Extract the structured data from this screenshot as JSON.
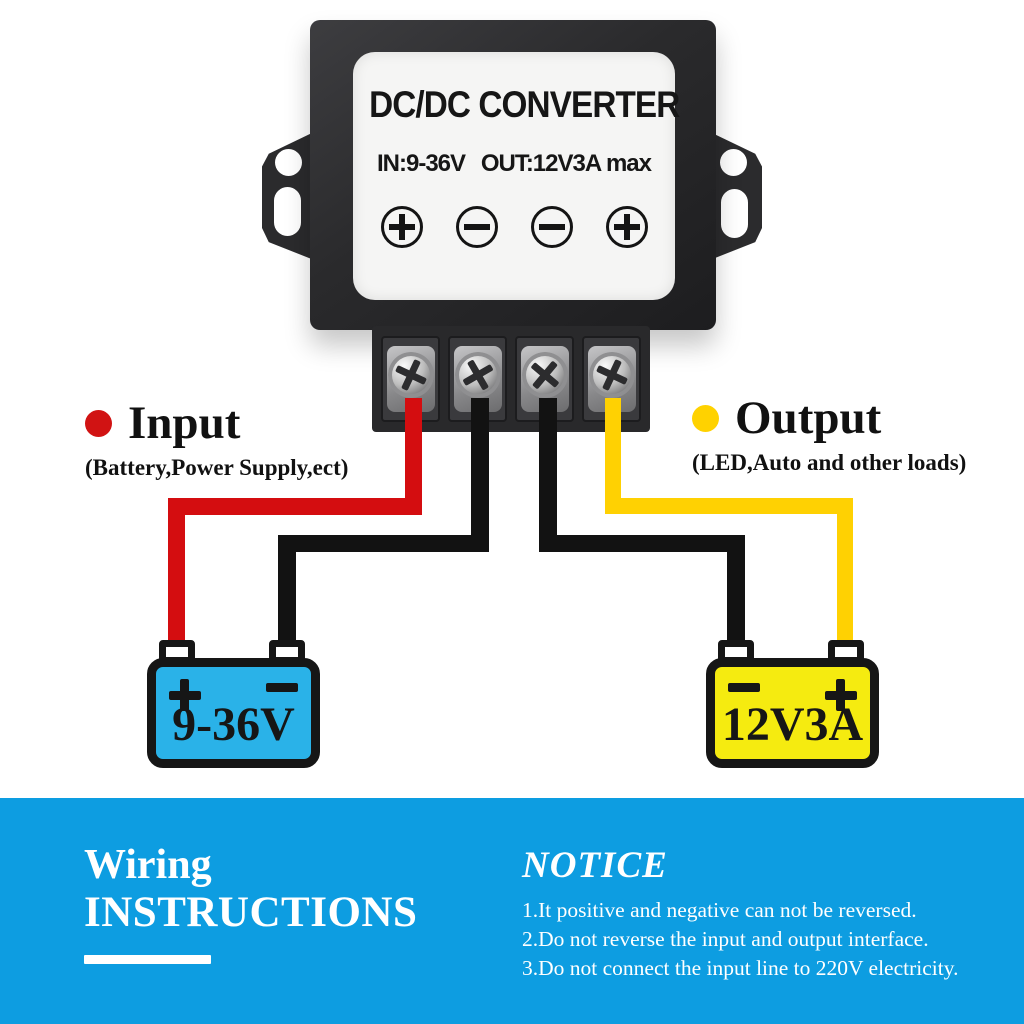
{
  "device": {
    "title": "DC/DC CONVERTER",
    "input_spec": "IN:9-36V",
    "output_spec": "OUT:12V3A max",
    "terminal_symbols": [
      "plus",
      "minus",
      "minus",
      "plus"
    ]
  },
  "input_label": {
    "title": "Input",
    "subtitle": "(Battery,Power Supply,ect)",
    "dot_color": "#d11313"
  },
  "output_label": {
    "title": "Output",
    "subtitle": "(LED,Auto and other loads)",
    "dot_color": "#ffd200"
  },
  "input_battery": {
    "value": "9-36V",
    "left_polarity": "plus",
    "right_polarity": "minus",
    "color": "#2ab2e8"
  },
  "output_battery": {
    "value": "12V3A",
    "left_polarity": "minus",
    "right_polarity": "plus",
    "color": "#f5eb10"
  },
  "banner": {
    "heading_line1": "Wiring",
    "heading_line2": "INSTRUCTIONS",
    "notice_title": "NOTICE",
    "notices": [
      "1.It positive and negative can not be reversed.",
      "2.Do not reverse the input and output interface.",
      "3.Do not connect the input line to 220V electricity."
    ],
    "bg_color": "#0d9de1"
  },
  "colors": {
    "wire_red": "#d40d10",
    "wire_black": "#121212",
    "wire_yellow": "#ffd102"
  }
}
